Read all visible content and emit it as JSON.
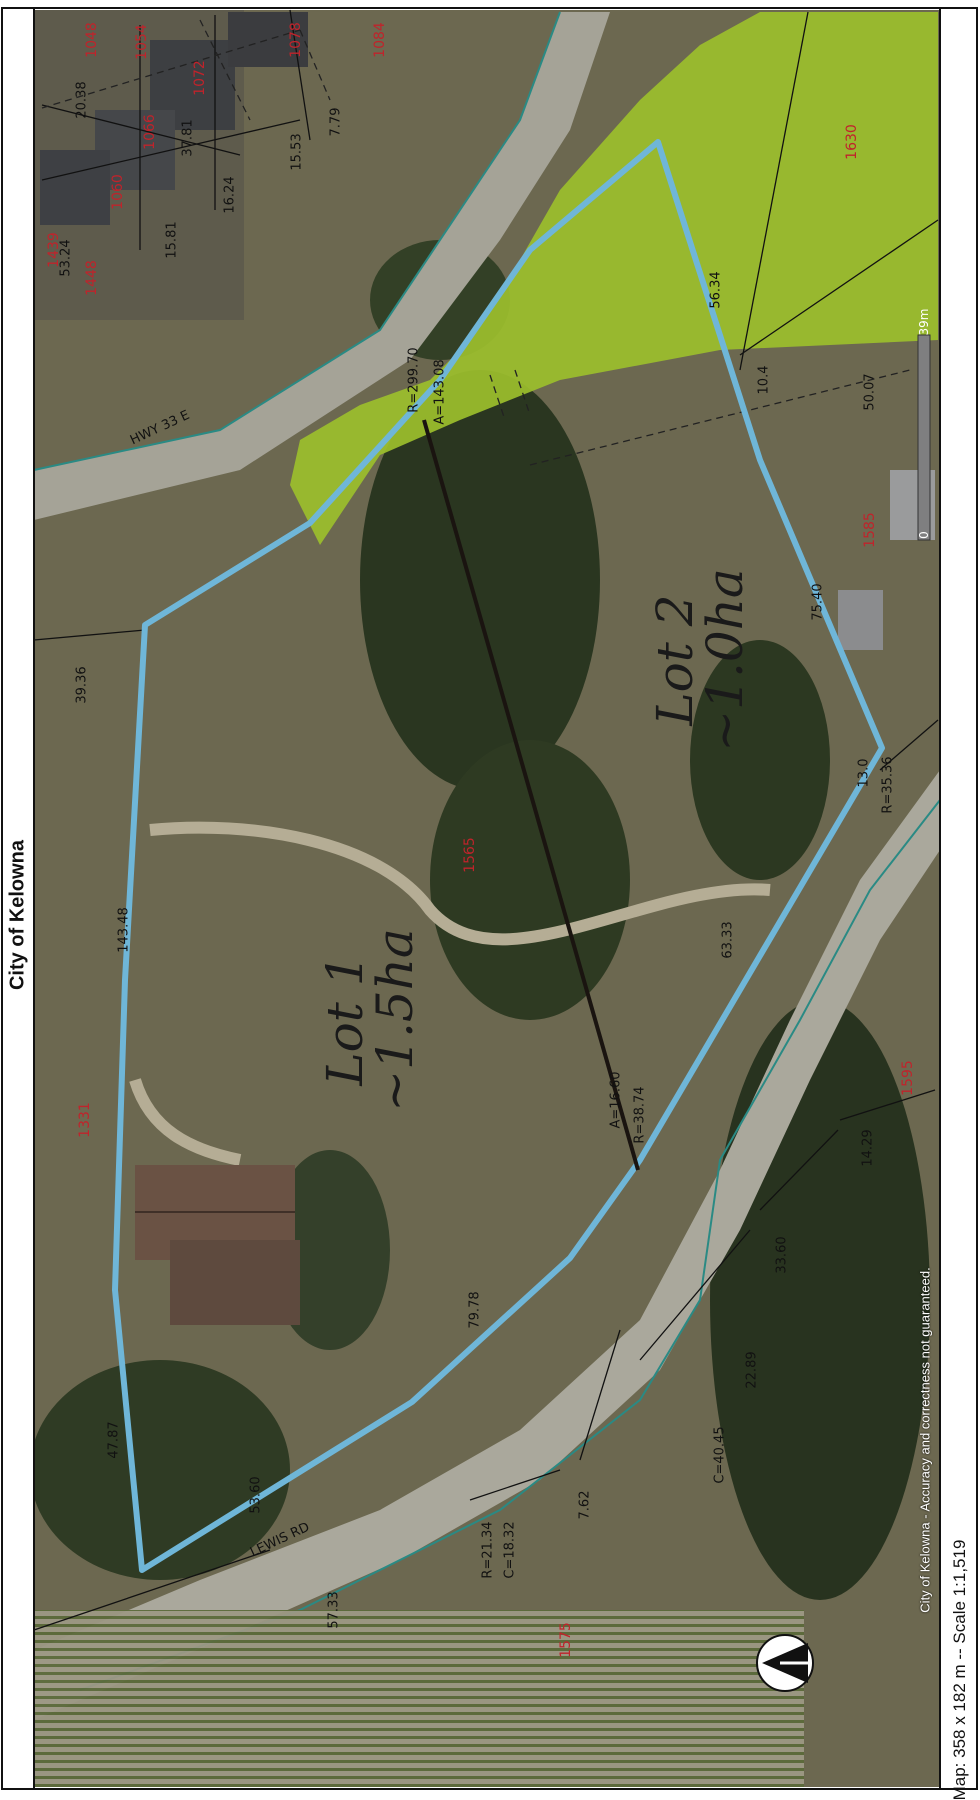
{
  "title": "City of Kelowna",
  "footer": {
    "map_info": "Map: 358 x 182 m -- Scale 1:1,519",
    "disclaimer": "City of Kelowna - Accuracy and correctness not guaranteed."
  },
  "roads": {
    "hwy": "HWY 33 E",
    "lewis": "LEWIS RD"
  },
  "lots": {
    "lot1": {
      "line1": "Lot 1",
      "line2": "~1.5ha"
    },
    "lot2": {
      "line1": "Lot 2",
      "line2": "~1.0ha"
    }
  },
  "parcels": [
    "1048",
    "1054",
    "1072",
    "1078",
    "1084",
    "1066",
    "1060",
    "1439",
    "1448",
    "1630",
    "1565",
    "1585",
    "1331",
    "1595",
    "1575"
  ],
  "dimensions": {
    "d1": "20.38",
    "d2": "37.81",
    "d3": "16.24",
    "d4": "15.53",
    "d5": "7.79",
    "d6": "15.81",
    "d7": "53.24",
    "d8": "R=299.70",
    "d9": "A=143.08",
    "d10": "56.34",
    "d11": "10.4",
    "d12": "50.07",
    "d13": "75.40",
    "d14": "39.36",
    "d15": "143.48",
    "d16": "13.0",
    "d17": "R=35.36",
    "d18": "63.33",
    "d19": "A=16.60",
    "d20": "R=38.74",
    "d21": "14.29",
    "d22": "33.60",
    "d23": "79.78",
    "d24": "22.89",
    "d25": "C=40.45",
    "d26": "47.87",
    "d27": "53.60",
    "d28": "R=21.34",
    "d29": "C=18.32",
    "d30": "7.62",
    "d31": "57.33"
  },
  "scale_bar": {
    "start": "0",
    "end": "39m"
  },
  "colors": {
    "aerial": "#6f6a50",
    "green_zone": "#9cbf2c",
    "boundary": "#6fb6d8",
    "lot_line": "#1a1410",
    "road": "#a9a79b",
    "parcel_label": "#c0232b"
  },
  "icons": {
    "north_arrow": "north-arrow-icon"
  }
}
